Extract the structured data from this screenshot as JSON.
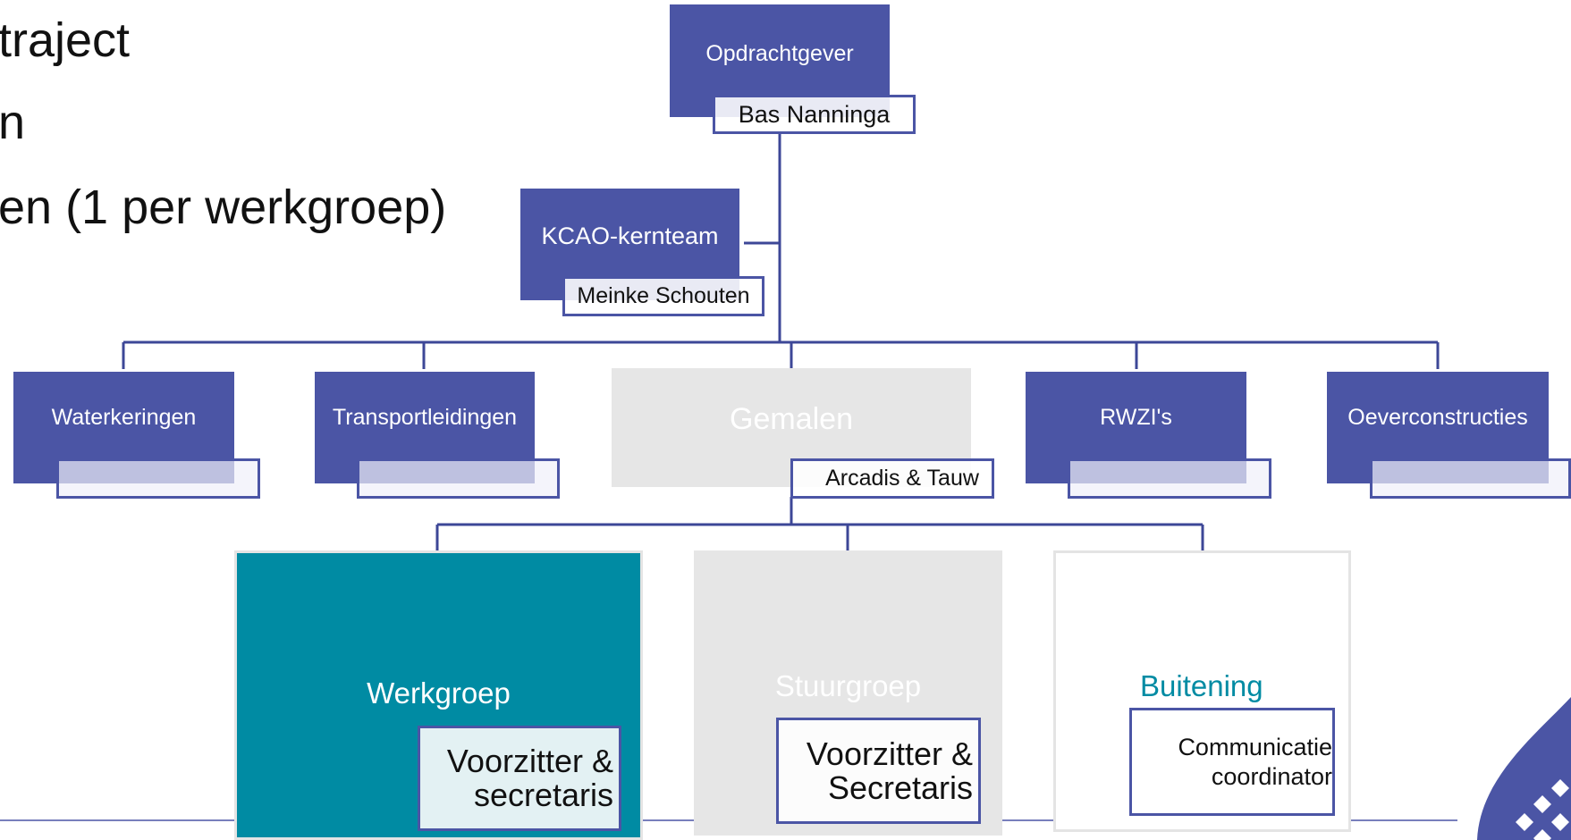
{
  "bullets": [
    "traject",
    "n",
    "en (1 per werkgroep)"
  ],
  "org": {
    "opdrachtgever": {
      "title": "Opdrachtgever",
      "person": "Bas Nanninga"
    },
    "kernteam": {
      "title": "KCAO-kernteam",
      "person": "Meinke Schouten"
    },
    "units": [
      {
        "title": "Waterkeringen",
        "person": ""
      },
      {
        "title": "Transportleidingen",
        "person": ""
      },
      {
        "title": "Gemalen",
        "person": "Arcadis & Tauw"
      },
      {
        "title": "RWZI's",
        "person": ""
      },
      {
        "title": "Oeverconstructies",
        "person": ""
      }
    ],
    "groups": [
      {
        "title": "Werkgroep",
        "role": [
          "Voorzitter &",
          "secretaris"
        ]
      },
      {
        "title": "Stuurgroep",
        "role": [
          "Voorzitter &",
          "Secretaris"
        ]
      },
      {
        "title": "Buitening",
        "role": [
          "Communicatie",
          "coordinator"
        ]
      }
    ]
  },
  "colors": {
    "primary": "#4b55a5",
    "teal": "#008ba3",
    "grey": "#e6e6e6"
  },
  "logo_icon": "waterschap-drop-logo-icon"
}
